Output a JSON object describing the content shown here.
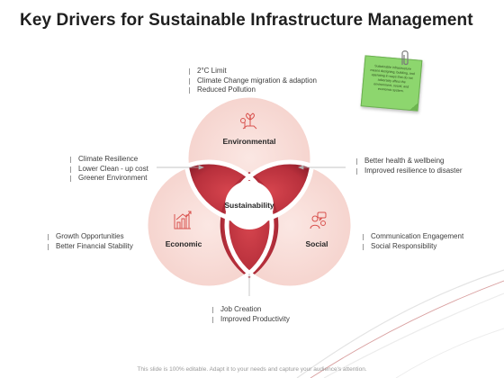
{
  "slide": {
    "title": "Key Drivers for Sustainable Infrastructure Management",
    "footer": "This slide is 100% editable. Adapt it to your needs and capture your audience's attention."
  },
  "diagram": {
    "circles": {
      "environmental": "Environmental",
      "economic": "Economic",
      "social": "Social"
    },
    "center": "Sustainability"
  },
  "callouts": {
    "environmental": [
      "2°C Limit",
      "Climate Change migration & adaption",
      "Reduced Pollution"
    ],
    "env_econ": [
      "Climate Resilience",
      "Lower Clean - up cost",
      "Greener Environment"
    ],
    "env_social": [
      "Better health & wellbeing",
      "Improved resilience to disaster"
    ],
    "economic": [
      "Growth Opportunities",
      "Better Financial Stability"
    ],
    "social": [
      "Communication Engagement",
      "Social Responsibility"
    ],
    "econ_social": [
      "Job Creation",
      "Improved Productivity"
    ]
  },
  "note": {
    "text": "Sustainable infrastructure means designing, building, and operating in ways that do not adversely affect the environment, social, and economic system."
  },
  "icons": {
    "environmental": "hand-plant-icon",
    "economic": "bar-chart-growth-icon",
    "social": "people-chat-icon",
    "note_clip": "paperclip-icon"
  },
  "colors": {
    "circle_fill": "#f7d9d4",
    "petal_red": "#c53a45",
    "petal_dark": "#8e1e2b",
    "icon_red": "#d9534f",
    "note_green": "#8dd66e"
  }
}
